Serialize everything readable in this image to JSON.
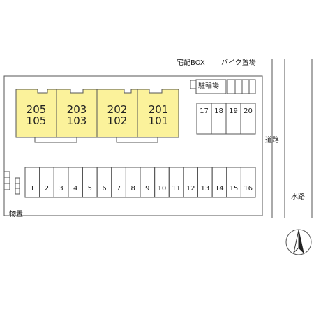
{
  "labels": {
    "delivery_box": "宅配BOX",
    "bike_parking": "バイク置場",
    "bicycle_parking": "駐輪場",
    "road": "道路",
    "waterway": "水路",
    "storage": "物置"
  },
  "units": [
    {
      "top": "205",
      "bottom": "105"
    },
    {
      "top": "203",
      "bottom": "103"
    },
    {
      "top": "202",
      "bottom": "102"
    },
    {
      "top": "201",
      "bottom": "101"
    }
  ],
  "parking_main": [
    "1",
    "2",
    "3",
    "4",
    "5",
    "6",
    "7",
    "8",
    "9",
    "10",
    "11",
    "12",
    "13",
    "14",
    "15",
    "16"
  ],
  "parking_side": [
    "17",
    "18",
    "19",
    "20"
  ],
  "colors": {
    "building": "#fbf29b",
    "line": "#555555"
  },
  "icons": {
    "north": "north-arrow-icon"
  }
}
